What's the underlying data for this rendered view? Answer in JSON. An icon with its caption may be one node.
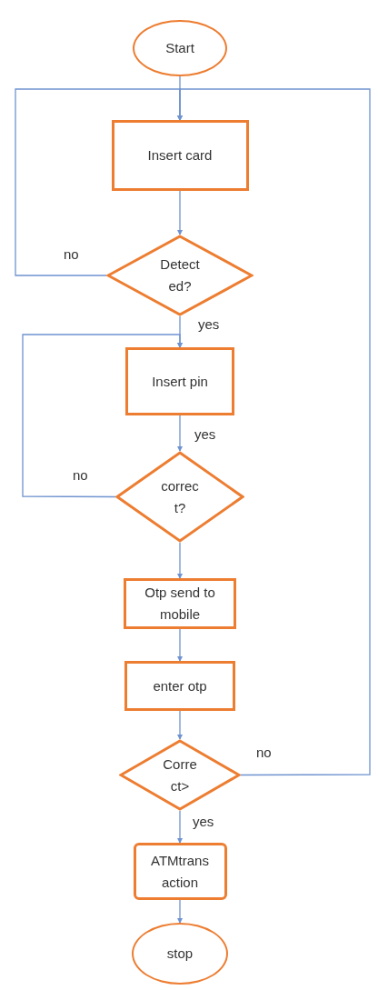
{
  "diagram": {
    "nodes": [
      {
        "text": [
          "Start"
        ]
      },
      {
        "text": [
          "Insert card"
        ]
      },
      {
        "text": [
          "Detect ed?"
        ]
      },
      {
        "text": [
          "Insert pin"
        ]
      },
      {
        "text": [
          "correc t?"
        ]
      },
      {
        "text": [
          "Otp send to mobile"
        ]
      },
      {
        "text": [
          "enter otp"
        ]
      },
      {
        "text": [
          "Corre ct>"
        ]
      },
      {
        "text": [
          "ATMtrans action"
        ]
      },
      {
        "text": [
          "stop"
        ]
      }
    ],
    "edges": [
      {
        "from": 0,
        "to": 1,
        "arrow": "to"
      },
      {
        "from": 1,
        "to": 2,
        "arrow": "to"
      },
      {
        "from": 2,
        "to": 1,
        "arrow": "to",
        "label": "no"
      },
      {
        "from": 2,
        "to": 3,
        "arrow": "to",
        "label": "yes"
      },
      {
        "from": 3,
        "to": 4,
        "arrow": "to",
        "label": "yes"
      },
      {
        "from": 4,
        "to": 3,
        "arrow": "to",
        "label": "no"
      },
      {
        "from": 4,
        "to": 5,
        "arrow": "to"
      },
      {
        "from": 5,
        "to": 6,
        "arrow": "to"
      },
      {
        "from": 6,
        "to": 7,
        "arrow": "to"
      },
      {
        "from": 7,
        "to": 8,
        "arrow": "to",
        "label": "yes"
      },
      {
        "from": 8,
        "to": 9,
        "arrow": "to"
      },
      {
        "from": 7,
        "to": 1,
        "arrow": "to",
        "label": "no"
      }
    ]
  }
}
